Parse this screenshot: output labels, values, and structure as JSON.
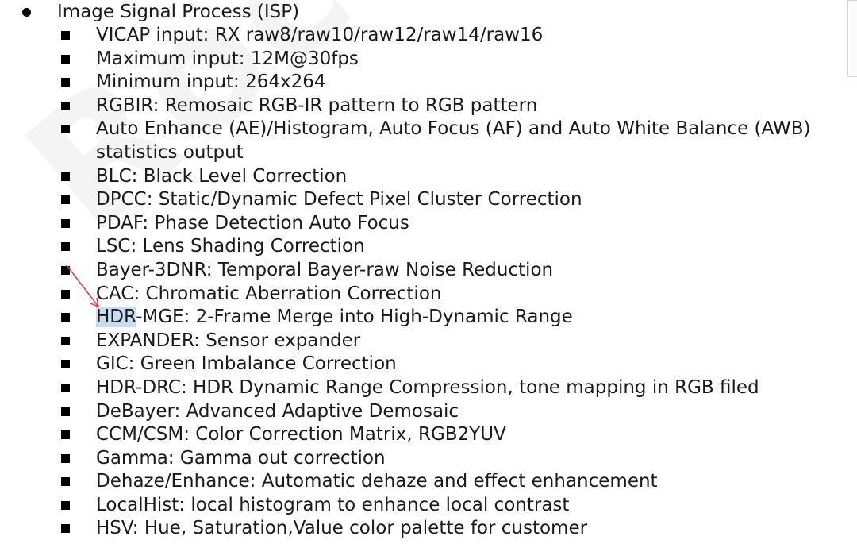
{
  "section": {
    "title": "Image Signal Process (ISP)"
  },
  "items": [
    {
      "text": "VICAP input: RX raw8/raw10/raw12/raw14/raw16"
    },
    {
      "text": "Maximum input: 12M@30fps"
    },
    {
      "text": "Minimum input: 264x264"
    },
    {
      "text": "RGBIR: Remosaic RGB-IR pattern to RGB pattern"
    },
    {
      "text": "Auto Enhance (AE)/Histogram, Auto Focus (AF) and Auto White Balance (AWB)",
      "text2": "statistics output"
    },
    {
      "text": "BLC: Black Level Correction"
    },
    {
      "text": "DPCC: Static/Dynamic Defect Pixel Cluster Correction"
    },
    {
      "text": "PDAF: Phase Detection Auto Focus"
    },
    {
      "text": "LSC: Lens Shading Correction"
    },
    {
      "text": "Bayer-3DNR: Temporal Bayer-raw Noise Reduction"
    },
    {
      "text": "CAC: Chromatic Aberration Correction"
    },
    {
      "highlight": "HDR",
      "rest": "-MGE: 2-Frame Merge into High-Dynamic Range"
    },
    {
      "text": "EXPANDER: Sensor expander"
    },
    {
      "text": "GIC: Green Imbalance Correction"
    },
    {
      "text": "HDR-DRC: HDR Dynamic Range Compression, tone mapping in RGB filed"
    },
    {
      "text": "DeBayer: Advanced Adaptive Demosaic"
    },
    {
      "text": "CCM/CSM: Color Correction Matrix, RGB2YUV"
    },
    {
      "text": "Gamma: Gamma out correction"
    },
    {
      "text": "Dehaze/Enhance: Automatic dehaze and effect enhancement"
    },
    {
      "text": "LocalHist: local histogram to enhance local contrast"
    },
    {
      "text": "HSV: Hue, Saturation,Value color palette for customer"
    }
  ],
  "colors": {
    "text": "#1a1a1a",
    "highlight": "#c7ddf2",
    "annotation_arrow": "#e0443a"
  },
  "icons": {
    "level1_bullet": "filled-circle-bullet",
    "level2_bullet": "filled-square-bullet",
    "annotation": "red-arrow-icon"
  }
}
